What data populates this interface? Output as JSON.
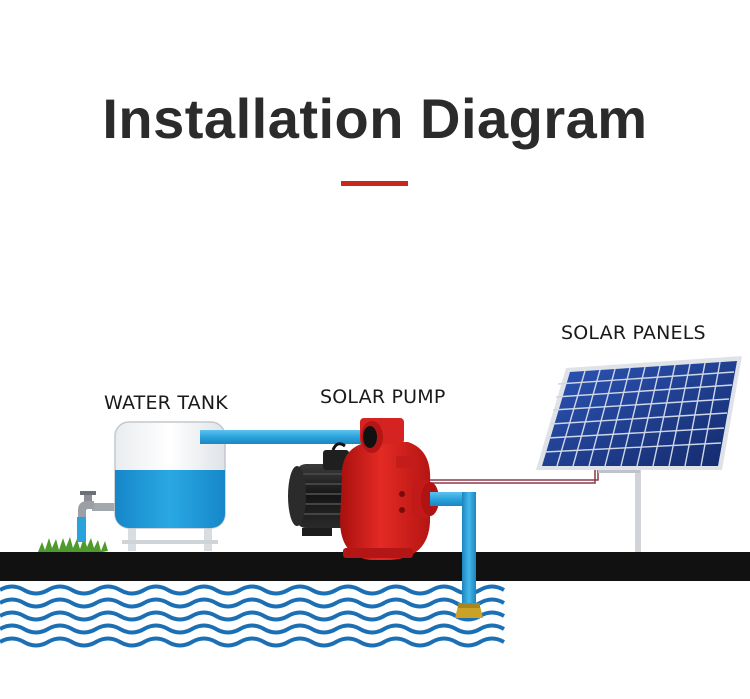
{
  "title": "Installation Diagram",
  "labels": {
    "water_tank": "WATER TANK",
    "solar_pump": "SOLAR PUMP",
    "solar_panels": "SOLAR PANELS"
  },
  "colors": {
    "title_text": "#2b2b2b",
    "accent_rule": "#c8281e",
    "ground": "#111111",
    "water_blue": "#1f9ad6",
    "pipe_blue": "#2aa3dc",
    "wave_blue": "#1b6fb5",
    "pump_red": "#d21f1f",
    "motor_black": "#1d1d1d",
    "panel_blue": "#1f3d8c",
    "panel_frame": "#c9ced6",
    "grass_green": "#4f9a2c",
    "wire": "#8a3a4a"
  },
  "icons": [
    "water-tank-icon",
    "faucet-icon",
    "grass-icon",
    "solar-pump-icon",
    "solar-panel-icon",
    "foot-valve-icon",
    "water-waves-icon"
  ]
}
